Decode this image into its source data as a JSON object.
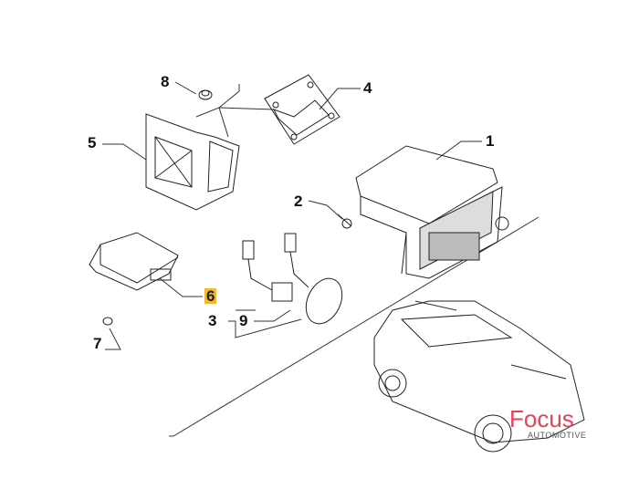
{
  "labels": {
    "p1": "1",
    "p2": "2",
    "p3": "3",
    "p4": "4",
    "p5": "5",
    "p6": "6",
    "p7": "7",
    "p8": "8",
    "p9": "9"
  },
  "highlight_color": "#f5b731",
  "logo": {
    "brand": "Focus",
    "sub": "AUTOMOTIVE",
    "color": "#e8415a"
  }
}
